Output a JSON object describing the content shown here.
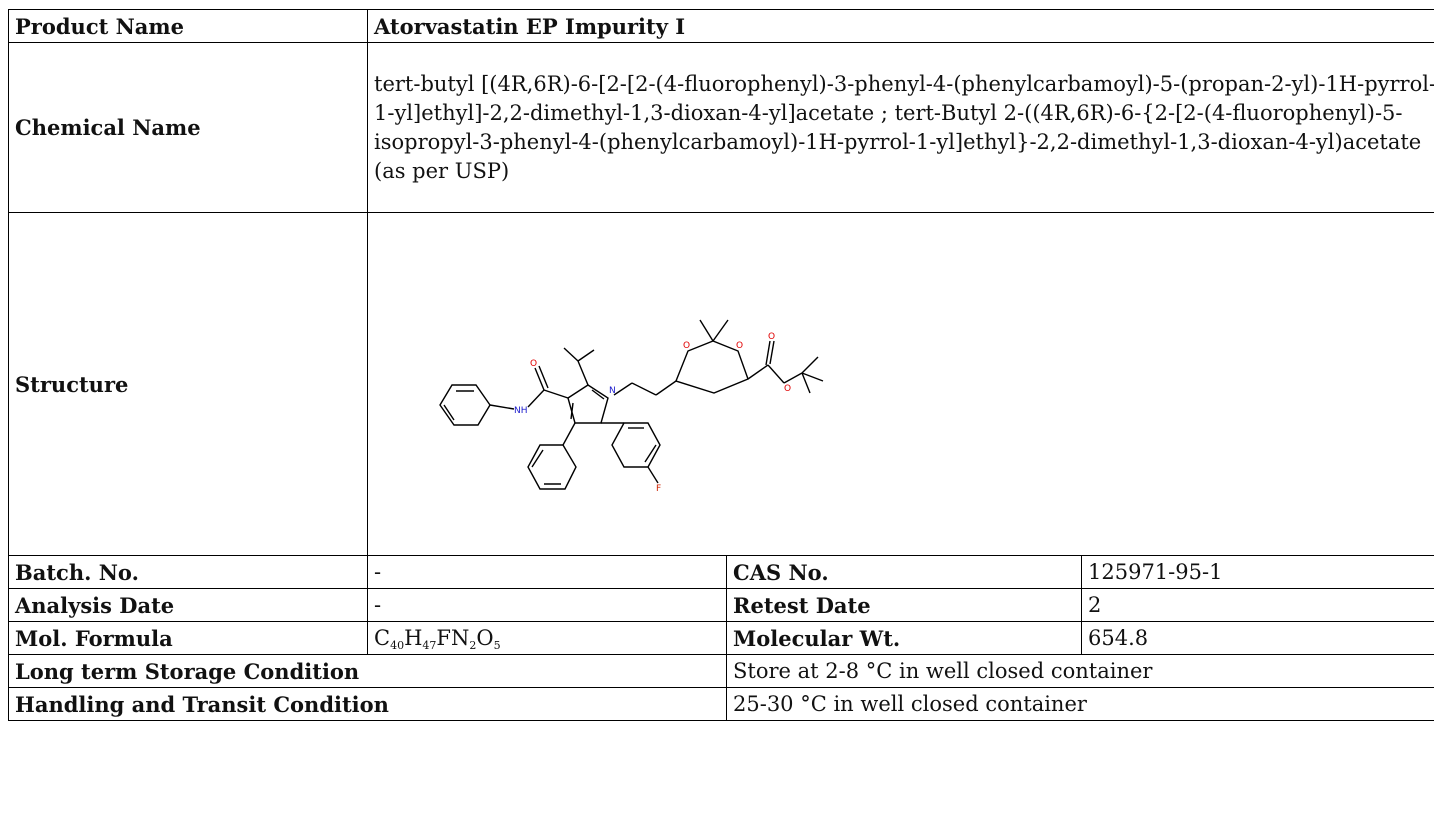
{
  "product_name_label": "Product Name",
  "product_name": "Atorvastatin EP Impurity I",
  "chemical_name_label": "Chemical Name",
  "chemical_name": "tert-butyl [(4R,6R)-6-[2-[2-(4-fluorophenyl)-3-phenyl-4-(phenylcarbamoyl)-5-(propan-2-yl)-1H-pyrrol-1-yl]ethyl]-2,2-dimethyl-1,3-dioxan-4-yl]acetate ; tert-Butyl 2-((4R,6R)-6-{2-[2-(4-fluorophenyl)-5-isopropyl-3-phenyl-4-(phenylcarbamoyl)-1H-pyrrol-1-yl]ethyl}-2,2-dimethyl-1,3-dioxan-4-yl)acetate (as per USP)",
  "structure_label": "Structure",
  "structure_atoms": {
    "O1": "O",
    "O2": "O",
    "N": "N",
    "NH": "NH",
    "O3": "O",
    "O4": "O",
    "O5": "O",
    "F": "F"
  },
  "batch_no_label": "Batch. No.",
  "batch_no": "-",
  "cas_no_label": "CAS No.",
  "cas_no": "125971-95-1",
  "analysis_date_label": "Analysis Date",
  "analysis_date": "-",
  "retest_date_label": "Retest Date",
  "retest_date": "2",
  "mol_formula_label": "Mol. Formula",
  "mol_formula": {
    "c": "C",
    "c_n": "40",
    "h": "H",
    "h_n": "47",
    "fn": "FN",
    "n_n": "2",
    "o": "O",
    "o_n": "5"
  },
  "mol_wt_label": "Molecular Wt.",
  "mol_wt": "654.8",
  "storage_label": "Long term Storage Condition",
  "storage_value": "Store at 2-8 °C in well closed container",
  "handling_label": "Handling and Transit Condition",
  "handling_value": "25-30 °C in well closed container",
  "colors": {
    "heteroatom_o": "#e00000",
    "heteroatom_n": "#1a1acc",
    "fluorine": "#cc2200",
    "border": "#000000"
  }
}
